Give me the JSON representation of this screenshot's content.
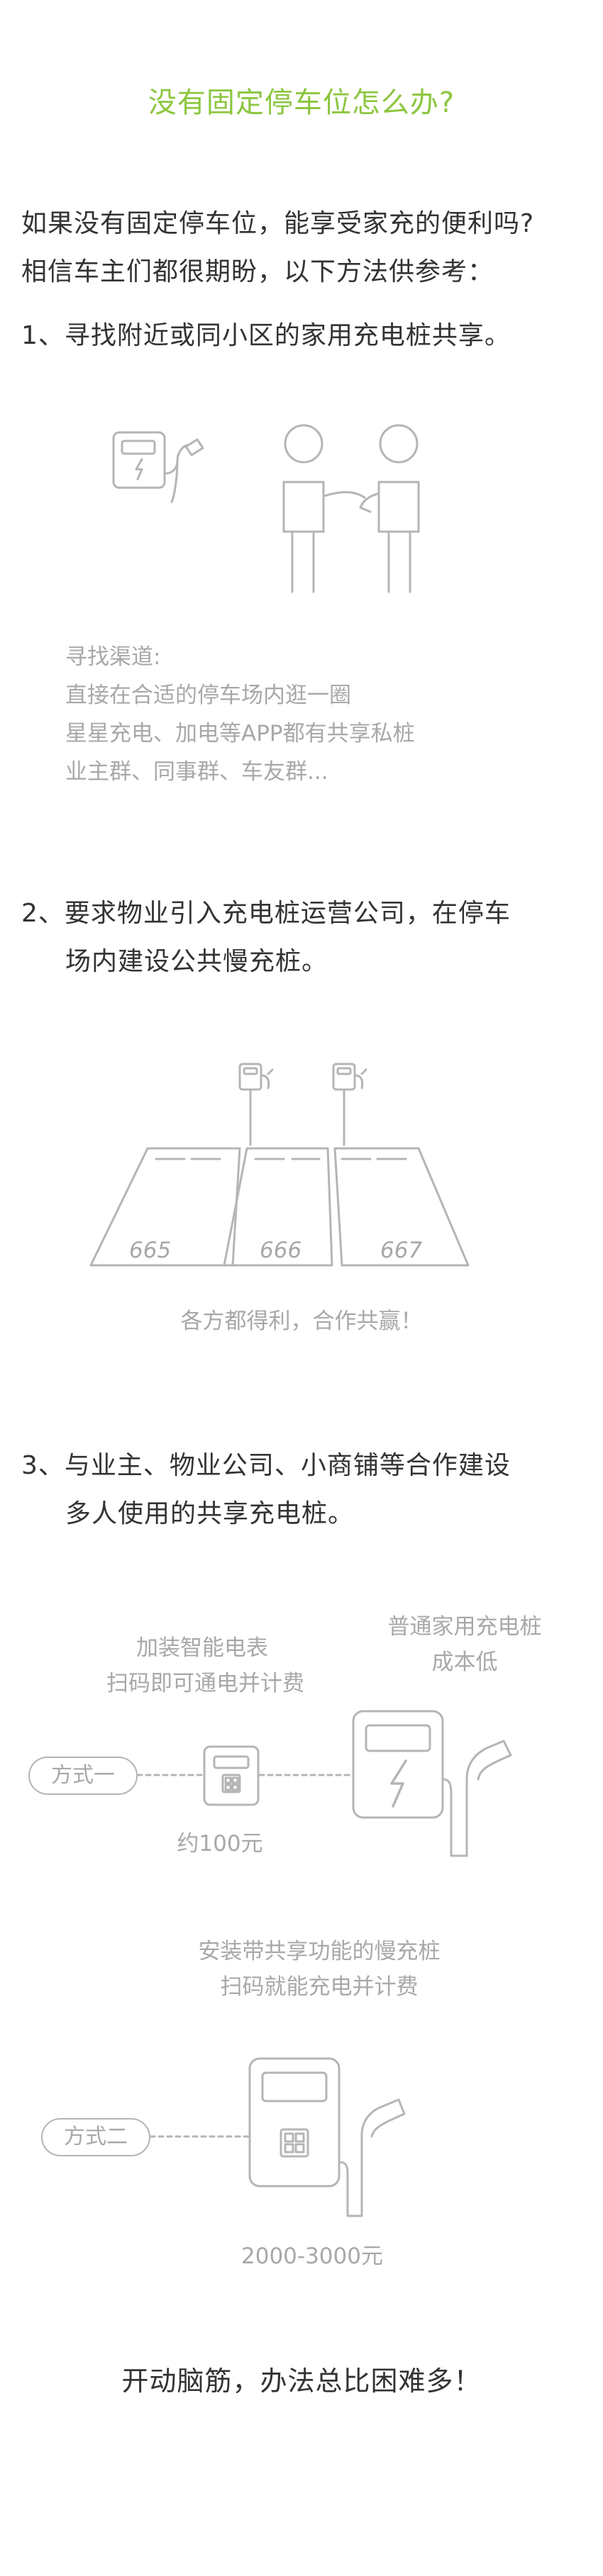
{
  "title": "没有固定停车位怎么办?",
  "intro": {
    "line1": "如果没有固定停车位，能享受家充的便利吗?",
    "line2": "相信车主们都很期盼，以下方法供参考："
  },
  "section1": {
    "heading": "1、寻找附近或同小区的家用充电桩共享。",
    "channels_label": "寻找渠道:",
    "channels": [
      "直接在合适的停车场内逛一圈",
      "星星充电、加电等APP都有共享私桩",
      "业主群、同事群、车友群..."
    ]
  },
  "section2": {
    "heading_line1": "2、要求物业引入充电桩运营公司，在停车",
    "heading_line2": "场内建设公共慢充桩。",
    "spots": [
      "665",
      "666",
      "667"
    ],
    "caption": "各方都得利，合作共赢！"
  },
  "section3": {
    "heading_line1": "3、与业主、物业公司、小商铺等合作建设",
    "heading_line2": "多人使用的共享充电桩。",
    "method1": {
      "pill": "方式一",
      "meter_label_line1": "加装智能电表",
      "meter_label_line2": "扫码即可通电并计费",
      "charger_label_line1": "普通家用充电桩",
      "charger_label_line2": "成本低",
      "price": "约100元"
    },
    "method2": {
      "pill": "方式二",
      "label_line1": "安装带共享功能的慢充桩",
      "label_line2": "扫码就能充电并计费",
      "price": "2000-3000元"
    }
  },
  "ending": "开动脑筋，办法总比困难多！",
  "colors": {
    "accent_green": "#8cc63f",
    "text_dark": "#333333",
    "text_gray": "#a8a8a8",
    "line_gray": "#b5b5b5"
  }
}
